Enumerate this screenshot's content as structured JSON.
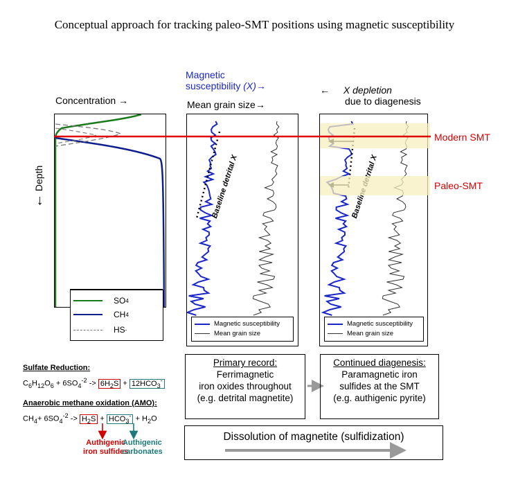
{
  "title": "Conceptual approach for tracking paleo-SMT positions using magnetic susceptibility",
  "colors": {
    "so4": "#1a7a1a",
    "ch4": "#0d1f8c",
    "hs": "#777777",
    "smt": "#e00000",
    "band": "#f8efc0",
    "susc": "#1a26c8",
    "grain": "#333333",
    "arrow_gray": "#999999",
    "red_box": "#d00000",
    "teal_box": "#1c7a7a"
  },
  "panel1": {
    "concentration_label": "Concentration",
    "depth_label": "Depth",
    "legend": [
      {
        "label": "SO",
        "sub": "4"
      },
      {
        "label": "CH",
        "sub": "4"
      },
      {
        "label": "HS",
        "sup": "-"
      }
    ]
  },
  "panel2": {
    "susc_label_1": "Magnetic",
    "susc_label_2": "susceptibility",
    "susc_symbol": "(X)",
    "grain_label": "Mean grain size",
    "baseline_label": "Baseline detrital X",
    "legend": [
      "Magnetic susceptibility",
      "Mean grain size"
    ]
  },
  "panel3": {
    "depletion_label_1": "X depletion",
    "depletion_label_2": "due to diagenesis",
    "baseline_label": "Baseline detrital X",
    "legend": [
      "Magnetic susceptibility",
      "Mean grain size"
    ]
  },
  "smt_labels": {
    "modern": "Modern SMT",
    "paleo": "Paleo-SMT"
  },
  "reactions": {
    "sulfate_title": "Sulfate Reduction:",
    "sulfate_eq": {
      "a": "C",
      "a_sub1": "6",
      "b": "H",
      "b_sub": "12",
      "c": "O",
      "c_sub": "6",
      "d": " + 6SO",
      "d_sub": "4",
      "d_sup": "-2",
      "e": " -> ",
      "p1": "6H",
      "p1_sub": "2",
      "p1b": "S",
      "plus": " + ",
      "p2": "12HCO",
      "p2_sub": "3",
      "p2_sup": "-"
    },
    "amo_title": "Anaerobic methane oxidation (AMO):",
    "amo_eq": {
      "a": "CH",
      "a_sub": "4",
      "b": "+ 6SO",
      "b_sub": "4",
      "b_sup": "-2",
      "c": " -> ",
      "p1": "H",
      "p1_sub": "2",
      "p1b": "S",
      "plus": " + ",
      "p2": "HCO",
      "p2_sub": "3",
      "p2_sup": "-",
      "end": " + H",
      "end_sub": "2",
      "end2": "O"
    },
    "auth_sulfides_1": "Authigenic",
    "auth_sulfides_2": "iron sulfides",
    "auth_carbonates_1": "Authigenic",
    "auth_carbonates_2": "carbonates"
  },
  "boxes": {
    "primary_title": "Primary record:",
    "primary_lines": [
      "Ferrimagnetic",
      "iron oxides throughout",
      "(e.g. detrital magnetite)"
    ],
    "continued_title": "Continued diagenesis:",
    "continued_lines": [
      "Paramagnetic iron",
      "sulfides at the SMT",
      "(e.g. authigenic pyrite)"
    ],
    "dissolution": "Dissolution of magnetite (sulfidization)"
  }
}
